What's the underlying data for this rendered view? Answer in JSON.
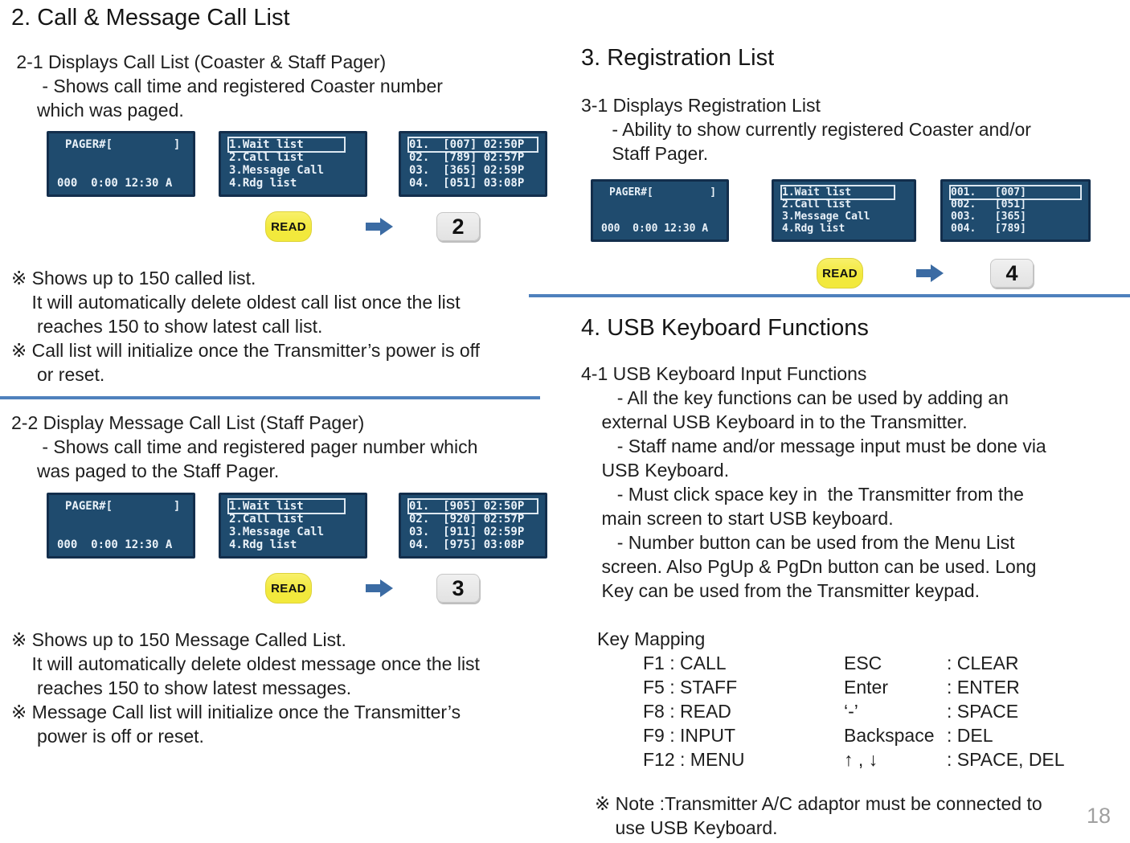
{
  "page": {
    "number": "18"
  },
  "colors": {
    "accent": "#4f81bd",
    "text": "#1e1e1e",
    "lcd_bg": "#1f4b6e",
    "lcd_border": "#132e4c",
    "lcd_text": "#e9f1f8",
    "read_button_bg": "#f2e93c",
    "key_button_bg": "#e2e2e2",
    "arrow": "#3b6ba3",
    "page_number": "#a0a0a0"
  },
  "lcd": {
    "status": {
      "top": "PAGER#[         ]",
      "bottom": "000  0:00 12:30 A"
    },
    "menu": {
      "items": [
        "1.Wait list",
        "2.Call list",
        "3.Message Call",
        "4.Rdg list"
      ]
    },
    "call_list_coaster": {
      "rows": [
        "01.  [007] 02:50P",
        "02.  [789] 02:57P",
        "03.  [365] 02:59P",
        "04.  [051] 03:08P"
      ]
    },
    "call_list_staff": {
      "rows": [
        "01.  [905] 02:50P",
        "02.  [920] 02:57P",
        "03.  [911] 02:59P",
        "04.  [975] 03:08P"
      ]
    },
    "registration": {
      "rows": [
        "001.   [007]",
        "002.   [051]",
        "003.   [365]",
        "004.   [789]"
      ]
    }
  },
  "buttons": {
    "read": "READ",
    "key2": "2",
    "key3": "3",
    "key4": "4"
  },
  "left": {
    "title": "2. Call & Message Call List",
    "s21_heading": " 2-1 Displays Call List (Coaster & Staff Pager)",
    "s21_body": "      - Shows call time and registered Coaster number\n     which was paged.",
    "s21_notes": "※ Shows up to 150 called list.\n    It will automatically delete oldest call list once the list\n     reaches 150 to show latest call list.\n※ Call list will initialize once the Transmitter’s power is off\n     or reset.",
    "s22_heading": "2-2 Display Message Call List (Staff Pager)",
    "s22_body": "      - Shows call time and registered pager number which\n     was paged to the Staff Pager.",
    "s22_notes": "※ Shows up to 150 Message Called List.\n    It will automatically delete oldest message once the list\n     reaches 150 to show latest messages.\n※ Message Call list will initialize once the Transmitter’s\n     power is off or reset."
  },
  "right": {
    "title3": "3. Registration List",
    "s31_heading": "3-1 Displays Registration List",
    "s31_body": "      - Ability to show currently registered Coaster and/or\n      Staff Pager.",
    "title4": "4. USB Keyboard Functions",
    "s41_heading": "4-1 USB Keyboard Input Functions",
    "s41_body": "       - All the key functions can be used by adding an\n    external USB Keyboard in to the Transmitter.\n       - Staff name and/or message input must be done via\n    USB Keyboard.\n       - Must click space key in  the Transmitter from the\n    main screen to start USB keyboard.\n       - Number button can be used from the Menu List\n    screen. Also PgUp & PgDn button can be used. Long\n    Key can be used from the Transmitter keypad.",
    "keymap": {
      "heading": "Key Mapping",
      "rows": [
        {
          "f": "F1 : CALL",
          "k": "ESC",
          "v": ": CLEAR"
        },
        {
          "f": "F5 : STAFF",
          "k": "Enter",
          "v": ": ENTER"
        },
        {
          "f": "F8 : READ",
          "k": "‘-’",
          "v": ": SPACE"
        },
        {
          "f": "F9 : INPUT",
          "k": "Backspace",
          "v": ": DEL"
        },
        {
          "f": "F12 : MENU",
          "k": "↑ , ↓",
          "v": ": SPACE, DEL"
        }
      ]
    },
    "note": "※ Note :Transmitter A/C adaptor must be connected to\n    use USB Keyboard."
  }
}
